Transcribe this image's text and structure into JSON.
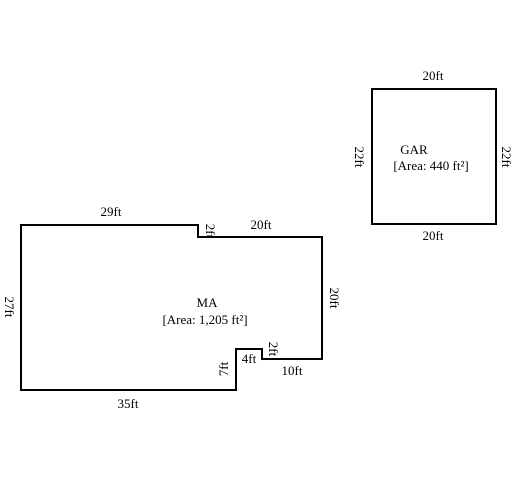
{
  "rooms": {
    "main": {
      "name": "MA",
      "area": "[Area: 1,205 ft²]",
      "dims": {
        "top_left": "29ft",
        "notch_top": "2ft",
        "top_right": "20ft",
        "right": "20ft",
        "step_right": "2ft",
        "bottom_right": "10ft",
        "step_bottom": "4ft",
        "step_left": "7ft",
        "bottom": "35ft",
        "left": "27ft"
      }
    },
    "garage": {
      "name": "GAR",
      "area": "[Area: 440 ft²]",
      "dims": {
        "top": "20ft",
        "bottom": "20ft",
        "left": "22ft",
        "right": "22ft"
      }
    }
  },
  "colors": {
    "line": "#000000",
    "background": "#ffffff"
  }
}
